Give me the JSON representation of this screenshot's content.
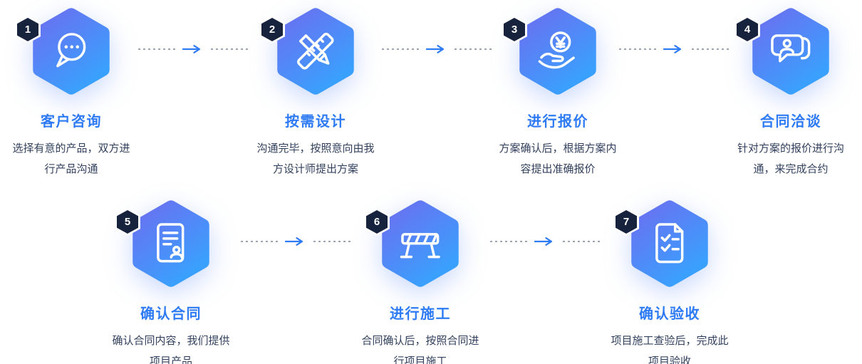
{
  "steps": [
    {
      "number": "1",
      "title": "客户咨询",
      "desc": [
        "选择有意的产品，双方进",
        "行产品沟通"
      ],
      "icon": "chat-icon"
    },
    {
      "number": "2",
      "title": "按需设计",
      "desc": [
        "沟通完毕，按照意向由我",
        "方设计师提出方案"
      ],
      "icon": "pencil-ruler-icon"
    },
    {
      "number": "3",
      "title": "进行报价",
      "desc": [
        "方案确认后，根据方案内",
        "容提出准确报价"
      ],
      "icon": "coin-hand-icon"
    },
    {
      "number": "4",
      "title": "合同洽谈",
      "desc": [
        "针对方案的报价进行沟",
        "通，来完成合约"
      ],
      "icon": "person-bubble-icon"
    },
    {
      "number": "5",
      "title": "确认合同",
      "desc": [
        "确认合同内容，我们提供",
        "项目产品"
      ],
      "icon": "contract-document-icon"
    },
    {
      "number": "6",
      "title": "进行施工",
      "desc": [
        "合同确认后，按照合同进",
        "行项目施工"
      ],
      "icon": "construction-barrier-icon"
    },
    {
      "number": "7",
      "title": "确认验收",
      "desc": [
        "项目施工查验后，完成此",
        "项目验收"
      ],
      "icon": "checklist-icon"
    }
  ],
  "colors": {
    "accent": "#2e7bf4",
    "badge-bg": "#17233c",
    "badge-number": "#ffffff",
    "desc-text": "#33415e",
    "hex-grad-start": "#6a70f1",
    "hex-grad-end": "#3aa0fe",
    "icon-stroke": "#ffffff",
    "dash": "#9aa3ae",
    "background": "#ffffff"
  }
}
